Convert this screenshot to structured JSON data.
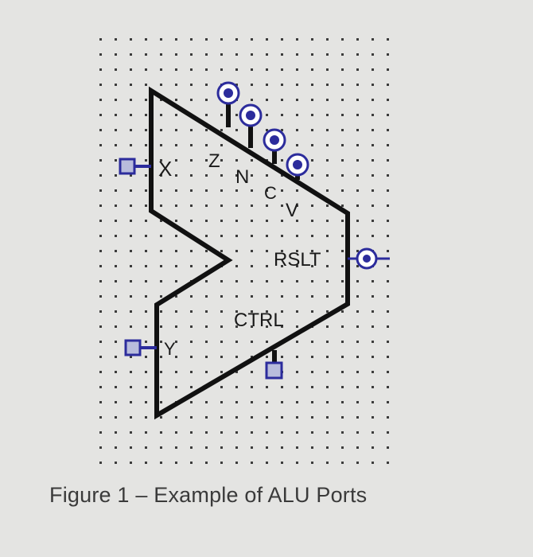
{
  "diagram": {
    "title": "ALU",
    "ports": {
      "x": "X",
      "y": "Y",
      "z": "Z",
      "n": "N",
      "c": "C",
      "v": "V",
      "rslt": "RSLT",
      "ctrl": "CTRL"
    },
    "colors": {
      "background": "#e4e4e2",
      "grid_dot": "#3c3c3c",
      "body_stroke": "#111111",
      "port_blue": "#2c2c9c",
      "port_fill": "#b8bcdc"
    }
  },
  "caption": "Figure 1 – Example of ALU Ports"
}
